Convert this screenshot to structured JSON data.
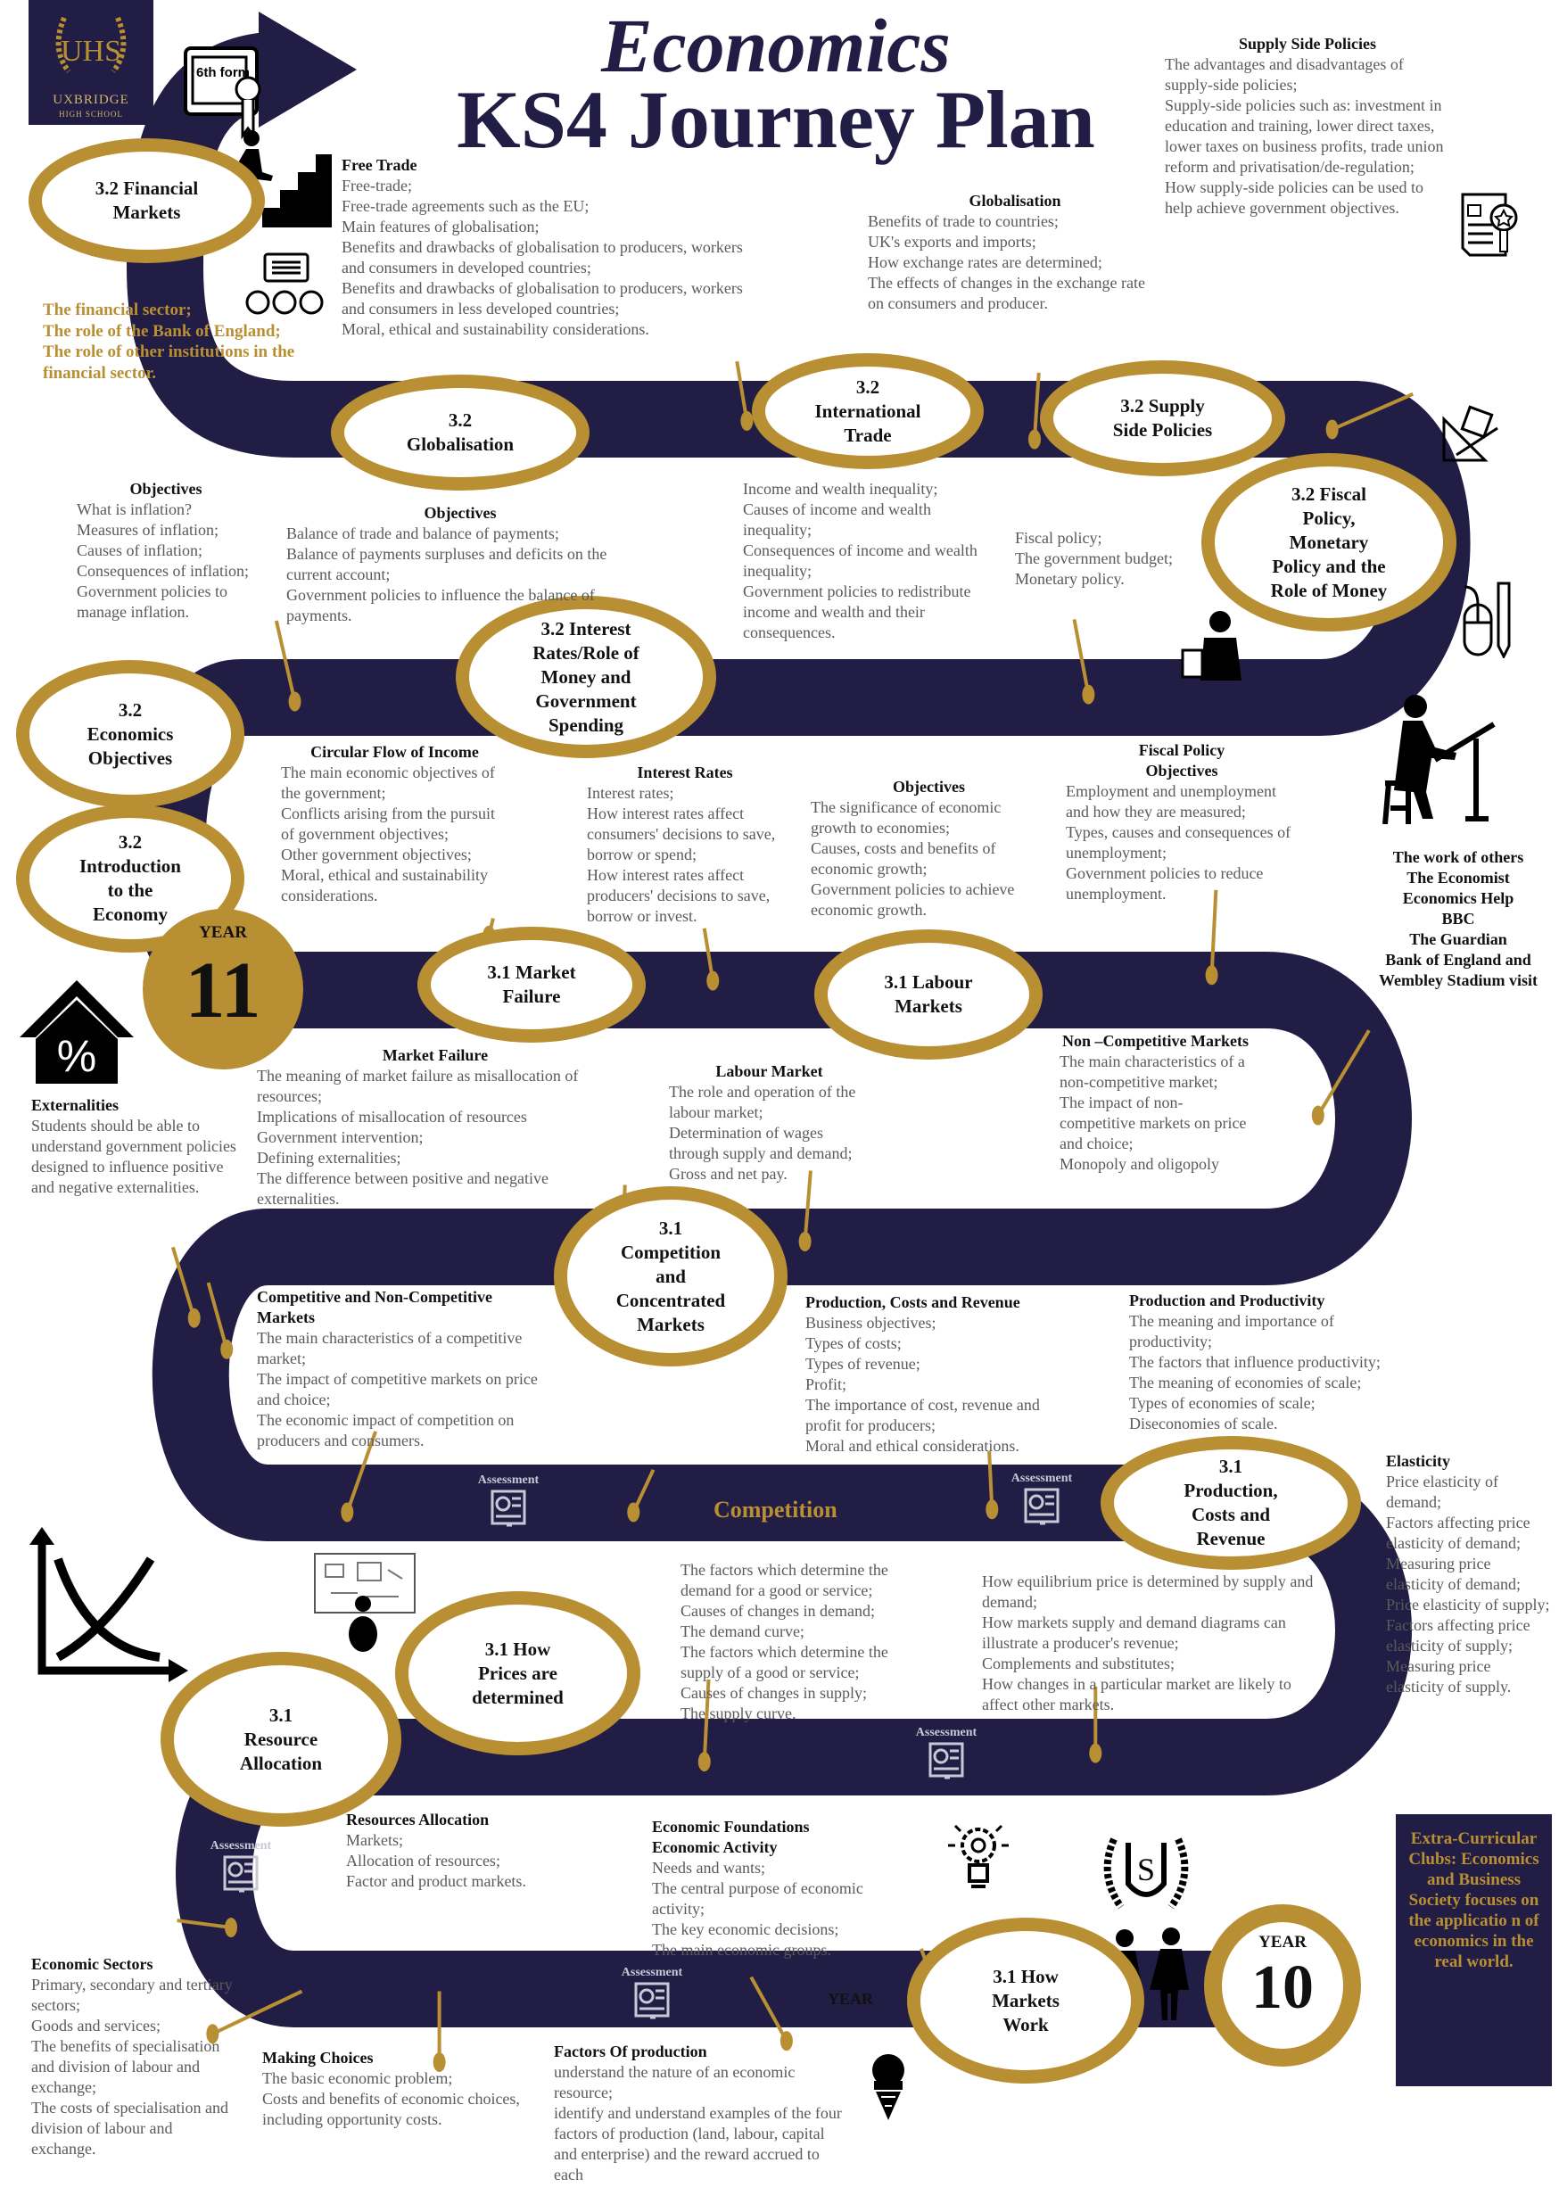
{
  "header": {
    "title_line1": "Economics",
    "title_line2": "KS4 Journey Plan"
  },
  "logo": {
    "name": "UXBRIDGE",
    "sub": "HIGH SCHOOL",
    "monogram": "UHS"
  },
  "icons": {
    "certificate_text": "6th form"
  },
  "rings": {
    "financial": [
      "3.2 Financial",
      "Markets"
    ],
    "globalisation": [
      "3.2",
      "Globalisation"
    ],
    "trade": [
      "3.2",
      "International",
      "Trade"
    ],
    "supply": [
      "3.2 Supply",
      "Side Policies"
    ],
    "fiscal": [
      "3.2 Fiscal",
      "Policy,",
      "Monetary",
      "Policy and the",
      "Role of Money"
    ],
    "interest": [
      "3.2 Interest",
      "Rates/Role of",
      "Money and",
      "Government",
      "Spending"
    ],
    "objectives": [
      "3.2",
      "Economics",
      "Objectives"
    ],
    "intro": [
      "3.2",
      "Introduction",
      "to the",
      "Economy"
    ],
    "market_failure": [
      "3.1 Market",
      "Failure"
    ],
    "labour": [
      "3.1 Labour",
      "Markets"
    ],
    "competition": [
      "3.1",
      "Competition",
      "and",
      "Concentrated",
      "Markets"
    ],
    "production": [
      "3.1",
      "Production,",
      "Costs and",
      "Revenue"
    ],
    "prices": [
      "3.1 How",
      "Prices are",
      "determined"
    ],
    "resource": [
      "3.1",
      "Resource",
      "Allocation"
    ],
    "markets_work": [
      "3.1 How",
      "Markets",
      "Work"
    ]
  },
  "year11": {
    "label": "YEAR",
    "number": "11"
  },
  "year10": {
    "label": "YEAR",
    "number": "10"
  },
  "road_year_label": "YEAR",
  "assessment_label": "Assessment",
  "competition_label": "Competition",
  "extra": "Extra-Curricular Clubs: Economics and Business Society focuses on the applicatio n of economics in the real world.",
  "blocks": {
    "free_trade": {
      "headings": [
        "Free Trade"
      ],
      "lines": [
        "Free-trade;",
        "Free-trade agreements such as the EU;",
        "Main features of globalisation;",
        "Benefits and drawbacks of globalisation to producers, workers and consumers in developed countries;",
        "Benefits and drawbacks of globalisation to producers, workers and consumers in less developed countries;",
        "Moral, ethical and sustainability considerations."
      ]
    },
    "globalisation": {
      "headings": [
        "Globalisation"
      ],
      "lines": [
        "Benefits of trade to countries;",
        "UK's exports and imports;",
        "How exchange rates are determined;",
        "The effects of changes in the exchange rate on consumers and producer."
      ]
    },
    "supply_side": {
      "headings": [
        "Supply Side Policies"
      ],
      "lines": [
        "The advantages and disadvantages of supply-side policies;",
        "Supply-side policies such as: investment in education and training, lower direct taxes, lower taxes on business profits, trade union reform and privatisation/de-regulation;",
        "How supply-side policies can be used to help achieve government objectives."
      ]
    },
    "financial": {
      "headings": [],
      "lines": [
        "The financial sector;",
        "The role of the Bank of England;",
        "The role of other institutions in the financial sector."
      ]
    },
    "inflation": {
      "headings": [
        "Objectives"
      ],
      "lines": [
        "What is inflation?",
        "Measures of inflation;",
        "Causes of inflation;",
        "Consequences of inflation;",
        "Government policies to manage inflation."
      ]
    },
    "bop": {
      "headings": [
        "Objectives"
      ],
      "lines": [
        "Balance of trade and balance of payments;",
        "Balance of payments surpluses and deficits on the current account;",
        "Government policies to influence the balance of payments."
      ]
    },
    "inequality": {
      "headings": [],
      "lines": [
        "Income and wealth inequality;",
        "Causes of income and wealth inequality;",
        "Consequences of income and wealth inequality;",
        "Government policies to redistribute income and wealth and their consequences."
      ]
    },
    "fiscal": {
      "headings": [],
      "lines": [
        "Fiscal policy;",
        "The government budget;",
        "Monetary policy."
      ]
    },
    "circular": {
      "headings": [
        "Circular Flow of Income"
      ],
      "lines": [
        "The main economic objectives of the government;",
        "Conflicts arising from the pursuit of government objectives;",
        "Other government objectives;",
        "Moral, ethical and sustainability considerations."
      ]
    },
    "interest": {
      "headings": [
        "Interest Rates"
      ],
      "lines": [
        "Interest rates;",
        "How interest rates affect consumers' decisions to save, borrow or spend;",
        "How interest rates affect producers' decisions to save, borrow or invest."
      ]
    },
    "growth": {
      "headings": [
        "Objectives"
      ],
      "lines": [
        "The significance of economic growth to economies;",
        "Causes, costs and benefits of economic growth;",
        "Government policies to achieve economic growth."
      ]
    },
    "unemployment": {
      "headings": [
        "Fiscal Policy",
        "Objectives"
      ],
      "lines": [
        "Employment and unemployment and how they are measured;",
        "Types, causes and consequences of unemployment;",
        "Government policies to reduce unemployment."
      ]
    },
    "others": {
      "headings": [],
      "lines": [
        "The work of others",
        "The Economist",
        "Economics Help",
        "BBC",
        "The Guardian",
        "Bank of England and Wembley Stadium visit"
      ]
    },
    "externalities": {
      "headings": [
        "Externalities"
      ],
      "lines": [
        "Students should be able to understand government policies designed to influence positive and negative externalities."
      ]
    },
    "market_failure": {
      "headings": [
        "Market Failure"
      ],
      "lines": [
        "The meaning of market failure as misallocation of resources;",
        "Implications of misallocation of resources",
        "Government intervention;",
        "Defining externalities;",
        "The difference between positive and negative externalities."
      ]
    },
    "labour": {
      "headings": [
        "Labour Market"
      ],
      "lines": [
        "The role and operation of the labour market;",
        "Determination of wages through supply and demand;",
        "Gross and net pay."
      ]
    },
    "noncomp": {
      "headings": [
        "Non –Competitive Markets"
      ],
      "lines": [
        "The main characteristics of a non-competitive market;",
        "The impact of non-competitive markets on price and choice;",
        "Monopoly and oligopoly"
      ]
    },
    "comp": {
      "headings": [
        "Competitive and Non-Competitive Markets"
      ],
      "lines": [
        "The main characteristics of a competitive market;",
        "The impact of competitive markets on price and choice;",
        "The economic impact of competition on producers and consumers."
      ]
    },
    "pcr": {
      "headings": [
        "Production, Costs and Revenue"
      ],
      "lines": [
        "Business objectives;",
        "Types of costs;",
        "Types of revenue;",
        "Profit;",
        "The importance of cost, revenue and profit for producers;",
        "Moral and ethical considerations."
      ]
    },
    "productivity": {
      "headings": [
        "Production and Productivity"
      ],
      "lines": [
        "The meaning and importance of productivity;",
        "The factors that influence productivity;",
        "The meaning of economies of scale;",
        "Types of economies of scale;",
        "Diseconomies of scale."
      ]
    },
    "elasticity": {
      "headings": [
        "Elasticity"
      ],
      "lines": [
        "Price elasticity of demand;",
        "Factors affecting price elasticity of demand;",
        "Measuring price elasticity of demand;",
        "Price elasticity of supply;",
        "Factors affecting price elasticity of supply;",
        "Measuring price elasticity of supply."
      ]
    },
    "demand_supply": {
      "headings": [],
      "lines": [
        "The factors which determine the demand for a good or service;",
        "Causes of changes in demand;",
        "The demand curve;",
        "The factors which determine the supply of a good or service;",
        "Causes of changes in supply;",
        "The supply curve."
      ]
    },
    "equilibrium": {
      "headings": [],
      "lines": [
        "How equilibrium price is determined by supply and demand;",
        "How markets supply and demand diagrams can illustrate a producer's revenue;",
        "Complements and substitutes;",
        "How changes in a particular market are likely to affect other markets."
      ]
    },
    "resources": {
      "headings": [
        "Resources Allocation"
      ],
      "lines": [
        "Markets;",
        "Allocation of resources;",
        "Factor and product markets."
      ]
    },
    "foundations": {
      "headings": [
        "Economic Foundations",
        "Economic Activity"
      ],
      "lines": [
        "Needs and wants;",
        "The central purpose of economic activity;",
        "The key economic decisions;",
        "The main economic groups."
      ]
    },
    "sectors": {
      "headings": [
        "Economic Sectors"
      ],
      "lines": [
        "Primary, secondary and tertiary sectors;",
        "Goods and services;",
        "The benefits of specialisation and division of labour and exchange;",
        "The costs of specialisation and division of labour and exchange."
      ]
    },
    "choices": {
      "headings": [
        "Making Choices"
      ],
      "lines": [
        "The basic economic problem;",
        "Costs and benefits of economic choices, including opportunity costs."
      ]
    },
    "factors": {
      "headings": [
        "Factors Of production"
      ],
      "lines": [
        "understand the nature of an economic resource;",
        "identify and understand examples of the four factors of production (land, labour, capital and enterprise) and the reward accrued to each"
      ]
    }
  },
  "colors": {
    "navy": "#211d45",
    "gold": "#b98f33",
    "text": "#5a5a5a"
  }
}
